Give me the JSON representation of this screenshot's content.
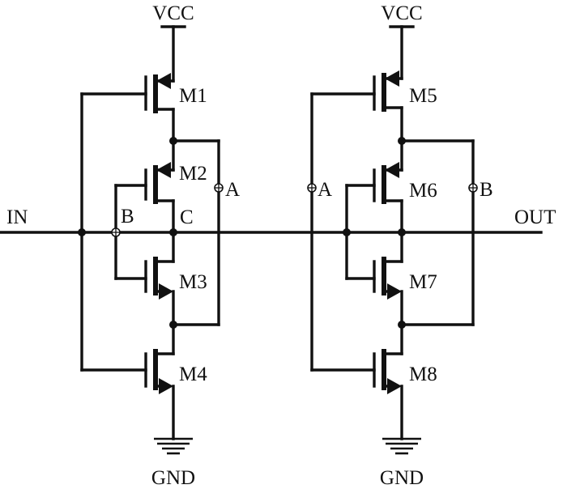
{
  "labels": {
    "vcc_left": "VCC",
    "vcc_right": "VCC",
    "gnd_left": "GND",
    "gnd_right": "GND",
    "input": "IN",
    "output": "OUT",
    "m1": "M1",
    "m2": "M2",
    "m3": "M3",
    "m4": "M4",
    "m5": "M5",
    "m6": "M6",
    "m7": "M7",
    "m8": "M8",
    "node_a_left": "A",
    "node_b_left": "B",
    "node_c": "C",
    "node_a_right": "A",
    "node_b_right": "B"
  }
}
